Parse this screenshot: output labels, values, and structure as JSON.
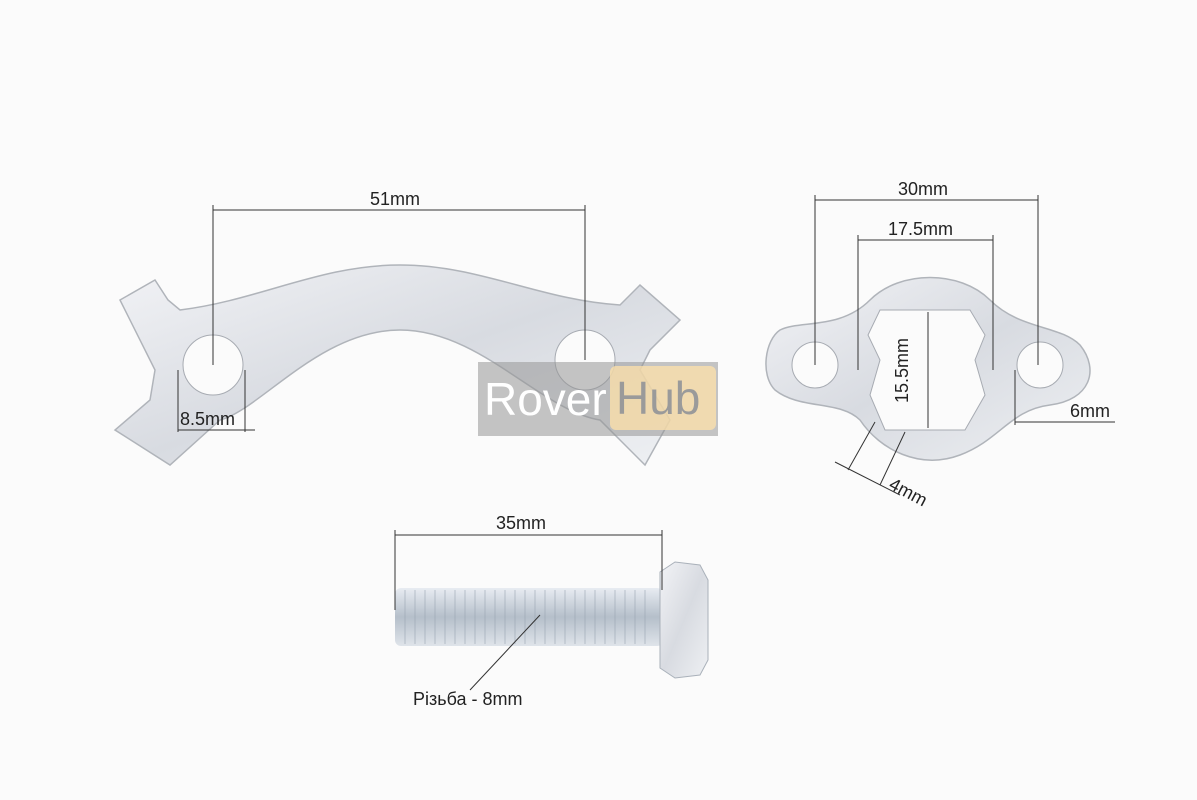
{
  "dimensions": {
    "lock_plate_width": "51mm",
    "lock_plate_hole": "8.5mm",
    "sprocket_plate_width": "30mm",
    "sprocket_plate_inner": "17.5mm",
    "sprocket_plate_inner_height": "15.5mm",
    "sprocket_plate_hole": "6mm",
    "sprocket_plate_thickness": "4mm",
    "bolt_length": "35mm",
    "bolt_thread": "Різьба - 8mm"
  },
  "watermark": {
    "part1": "Rover",
    "part2": "Hub"
  }
}
